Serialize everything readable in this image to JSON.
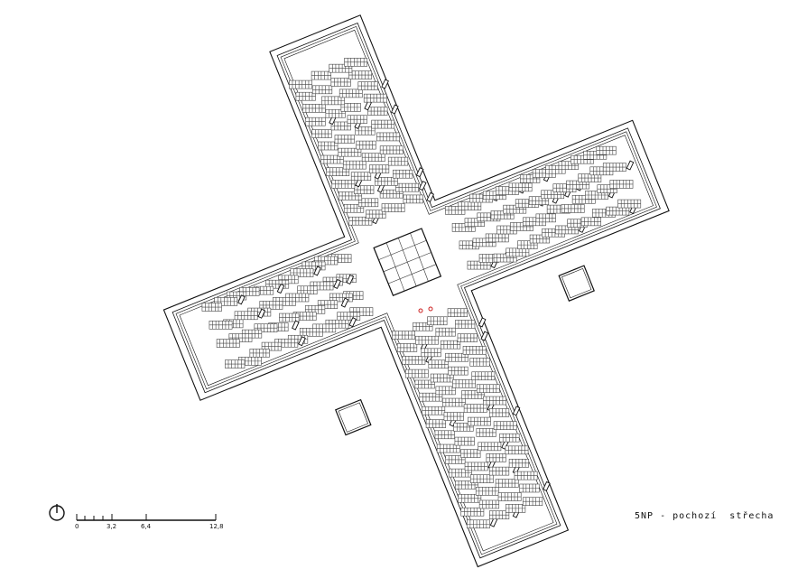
{
  "drawing": {
    "caption": "5NP - pochozí  střecha",
    "scale_labels": [
      "0",
      "3,2",
      "6,4",
      "12,8"
    ],
    "north_symbol": "north-arrow-icon",
    "colors": {
      "line": "#111111",
      "accent": "#cc2222"
    }
  }
}
